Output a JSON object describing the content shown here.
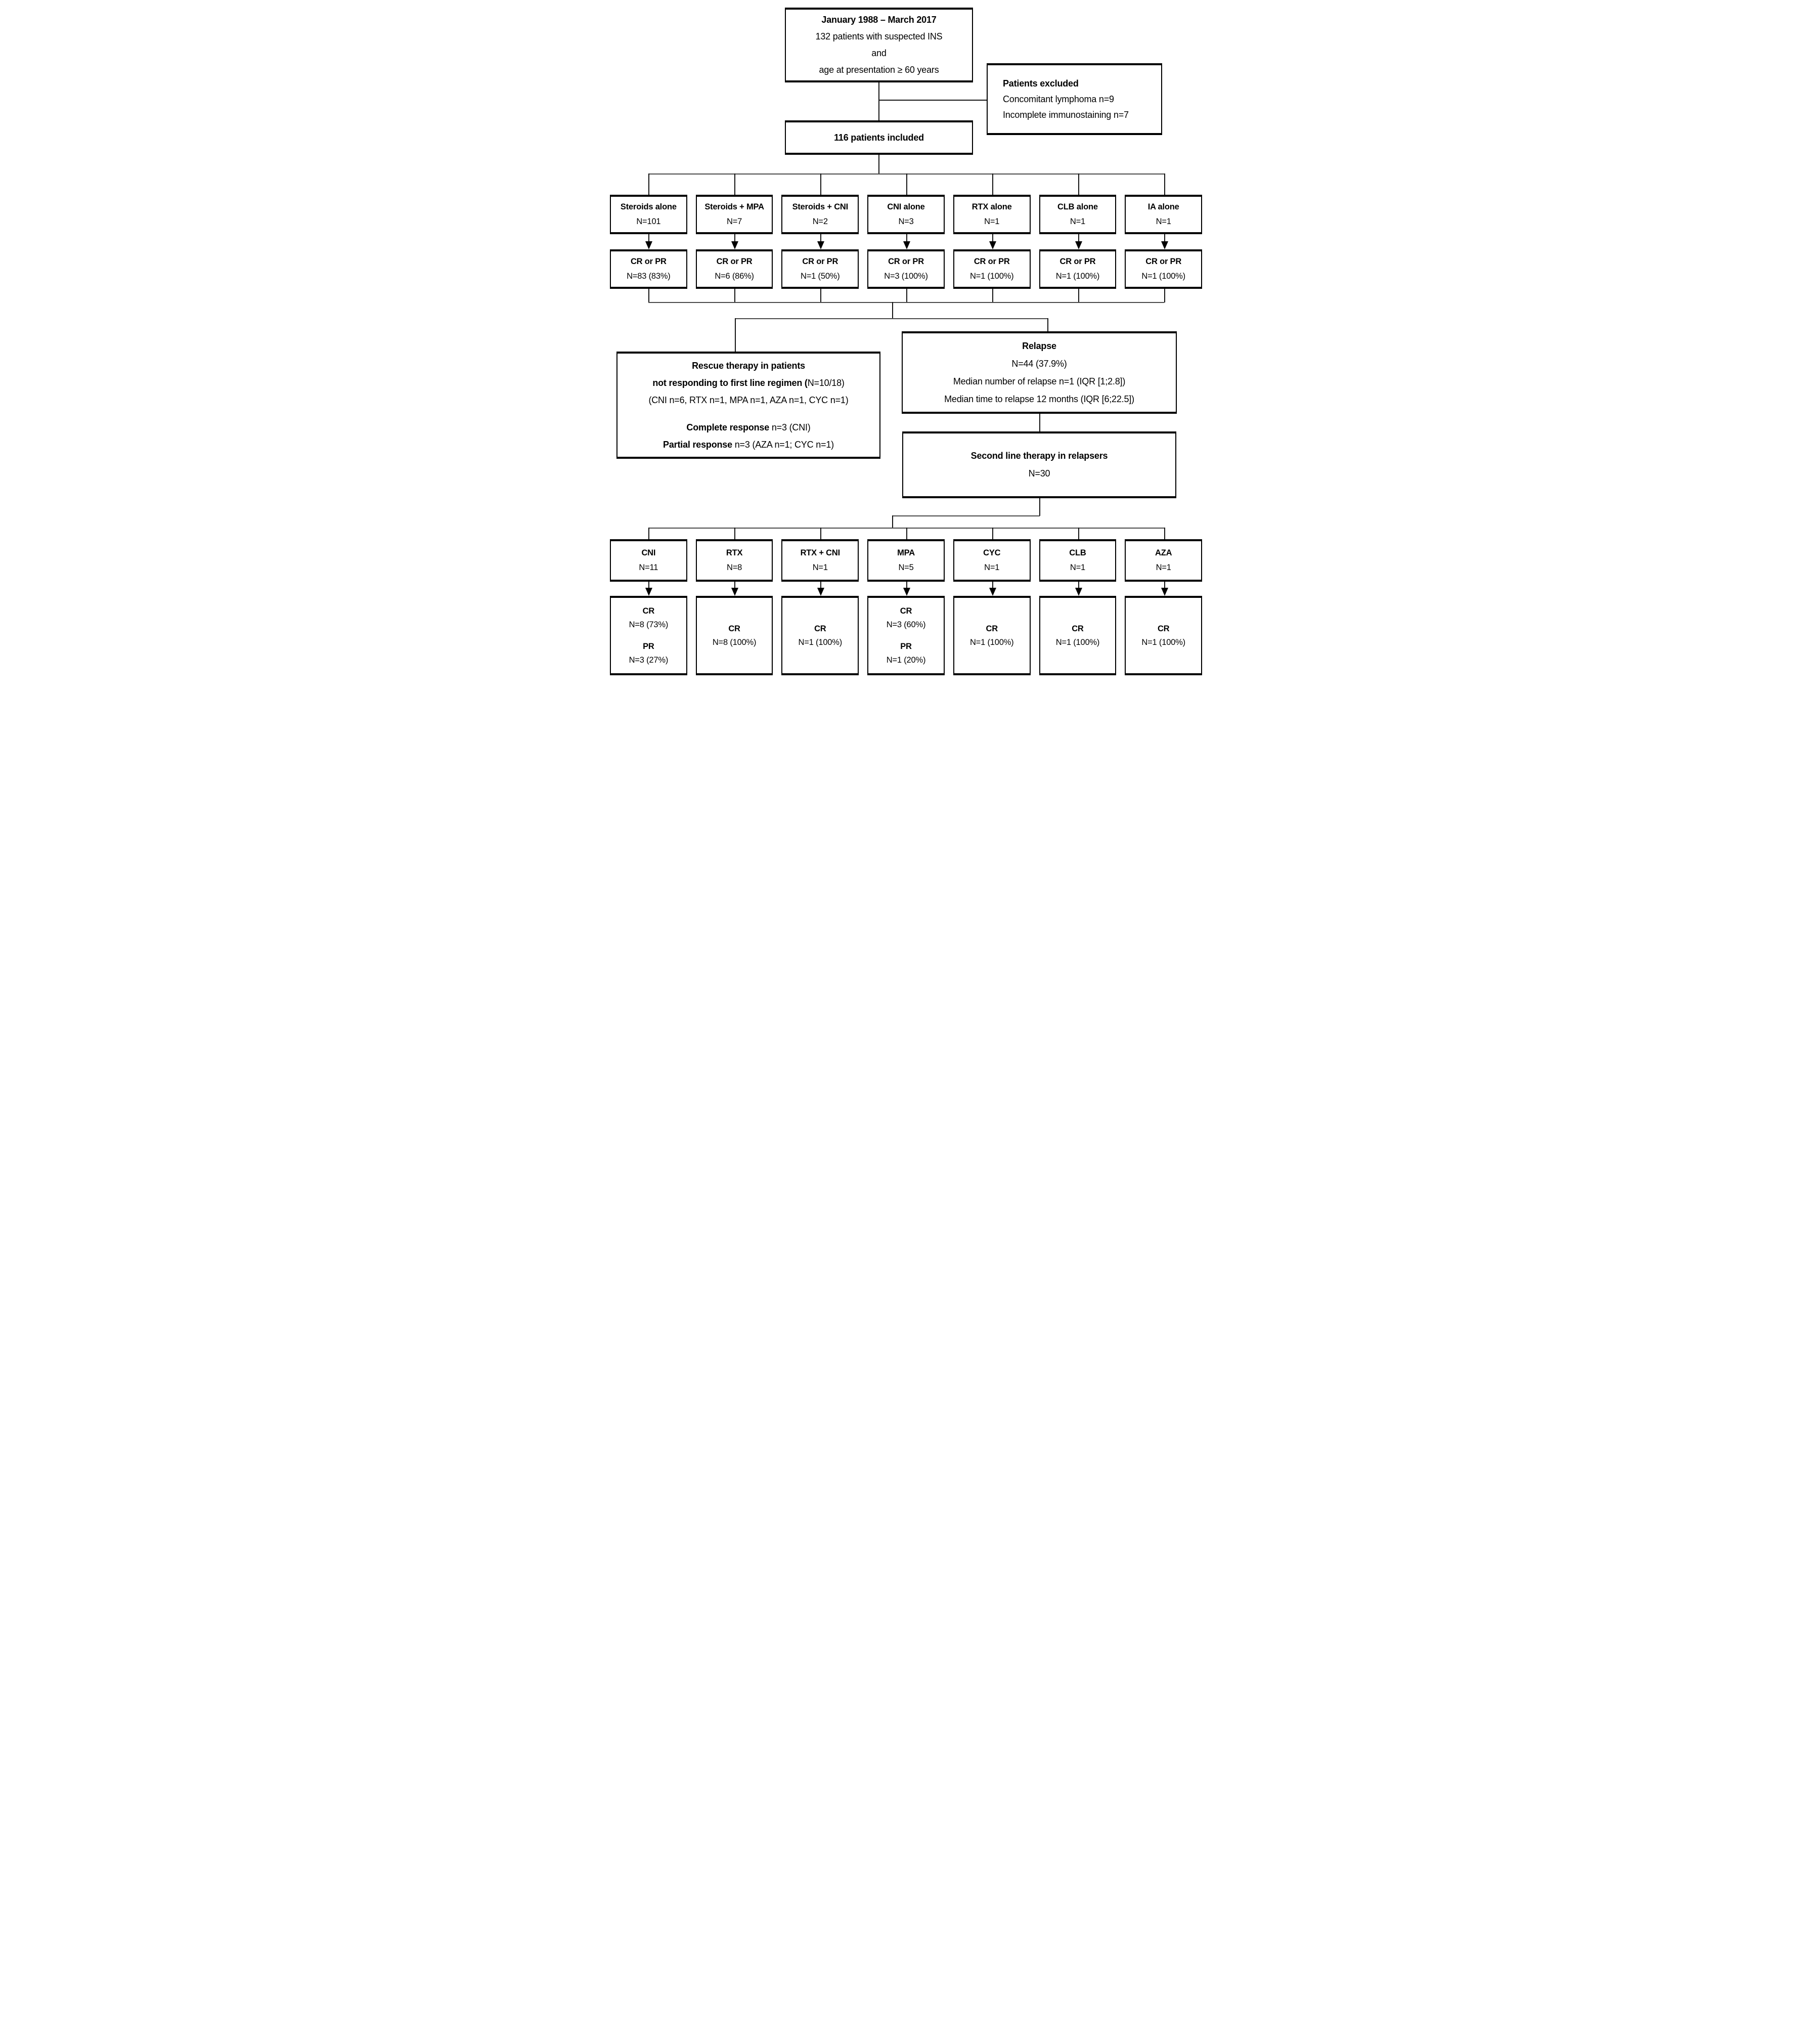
{
  "figure": {
    "top_box": {
      "title": "January 1988 – March 2017",
      "line2": "132 patients with suspected INS",
      "line3": "and",
      "line4": "age at presentation ≥ 60 years"
    },
    "excluded_box": {
      "title": "Patients excluded",
      "line2": "Concomitant lymphoma n=9",
      "line3": "Incomplete immunostaining n=7"
    },
    "included_box": {
      "text": "116 patients included"
    },
    "first_line_therapy": [
      {
        "label": "Steroids alone",
        "n": "N=101",
        "response": {
          "title": "CR or PR",
          "n": "N=83 (83%)"
        }
      },
      {
        "label": "Steroids + MPA",
        "n": "N=7",
        "response": {
          "title": "CR or PR",
          "n": "N=6 (86%)"
        }
      },
      {
        "label": "Steroids + CNI",
        "n": "N=2",
        "response": {
          "title": "CR or PR",
          "n": "N=1 (50%)"
        }
      },
      {
        "label": "CNI alone",
        "n": "N=3",
        "response": {
          "title": "CR or PR",
          "n": "N=3 (100%)"
        }
      },
      {
        "label": "RTX alone",
        "n": "N=1",
        "response": {
          "title": "CR or PR",
          "n": "N=1 (100%)"
        }
      },
      {
        "label": "CLB alone",
        "n": "N=1",
        "response": {
          "title": "CR or PR",
          "n": "N=1 (100%)"
        }
      },
      {
        "label": "IA alone",
        "n": "N=1",
        "response": {
          "title": "CR or PR",
          "n": "N=1 (100%)"
        }
      }
    ],
    "rescue_box": {
      "line1_bold": "Rescue therapy in patients",
      "line2_bold": "not responding to first line regimen (",
      "line2_rest": "N=10/18)",
      "line3": "(CNI n=6, RTX n=1, MPA n=1, AZA n=1, CYC n=1)",
      "line4_bold": "Complete response",
      "line4_rest": " n=3 (CNI)",
      "line5_bold": "Partial response",
      "line5_rest": " n=3 (AZA n=1; CYC n=1)"
    },
    "relapse_box": {
      "title": "Relapse",
      "line2": "N=44 (37.9%)",
      "line3": "Median number of relapse n=1 (IQR [1;2.8])",
      "line4": "Median time to relapse 12 months (IQR [6;22.5])"
    },
    "second_line_box": {
      "title": "Second line therapy in relapsers",
      "n": "N=30"
    },
    "second_line_therapy": [
      {
        "label": "CNI",
        "n": "N=11",
        "responses": [
          {
            "title": "CR",
            "n": "N=8 (73%)"
          },
          {
            "title": "PR",
            "n": "N=3 (27%)"
          }
        ]
      },
      {
        "label": "RTX",
        "n": "N=8",
        "responses": [
          {
            "title": "CR",
            "n": "N=8 (100%)"
          }
        ]
      },
      {
        "label": "RTX + CNI",
        "n": "N=1",
        "responses": [
          {
            "title": "CR",
            "n": "N=1 (100%)"
          }
        ]
      },
      {
        "label": "MPA",
        "n": "N=5",
        "responses": [
          {
            "title": "CR",
            "n": "N=3 (60%)"
          },
          {
            "title": "PR",
            "n": "N=1 (20%)"
          }
        ]
      },
      {
        "label": "CYC",
        "n": "N=1",
        "responses": [
          {
            "title": "CR",
            "n": "N=1 (100%)"
          }
        ]
      },
      {
        "label": "CLB",
        "n": "N=1",
        "responses": [
          {
            "title": "CR",
            "n": "N=1 (100%)"
          }
        ]
      },
      {
        "label": "AZA",
        "n": "N=1",
        "responses": [
          {
            "title": "CR",
            "n": "N=1 (100%)"
          }
        ]
      }
    ],
    "colors": {
      "box_border": "#000000",
      "connector": "#141414",
      "background": "#ffffff",
      "text": "#000000"
    }
  }
}
